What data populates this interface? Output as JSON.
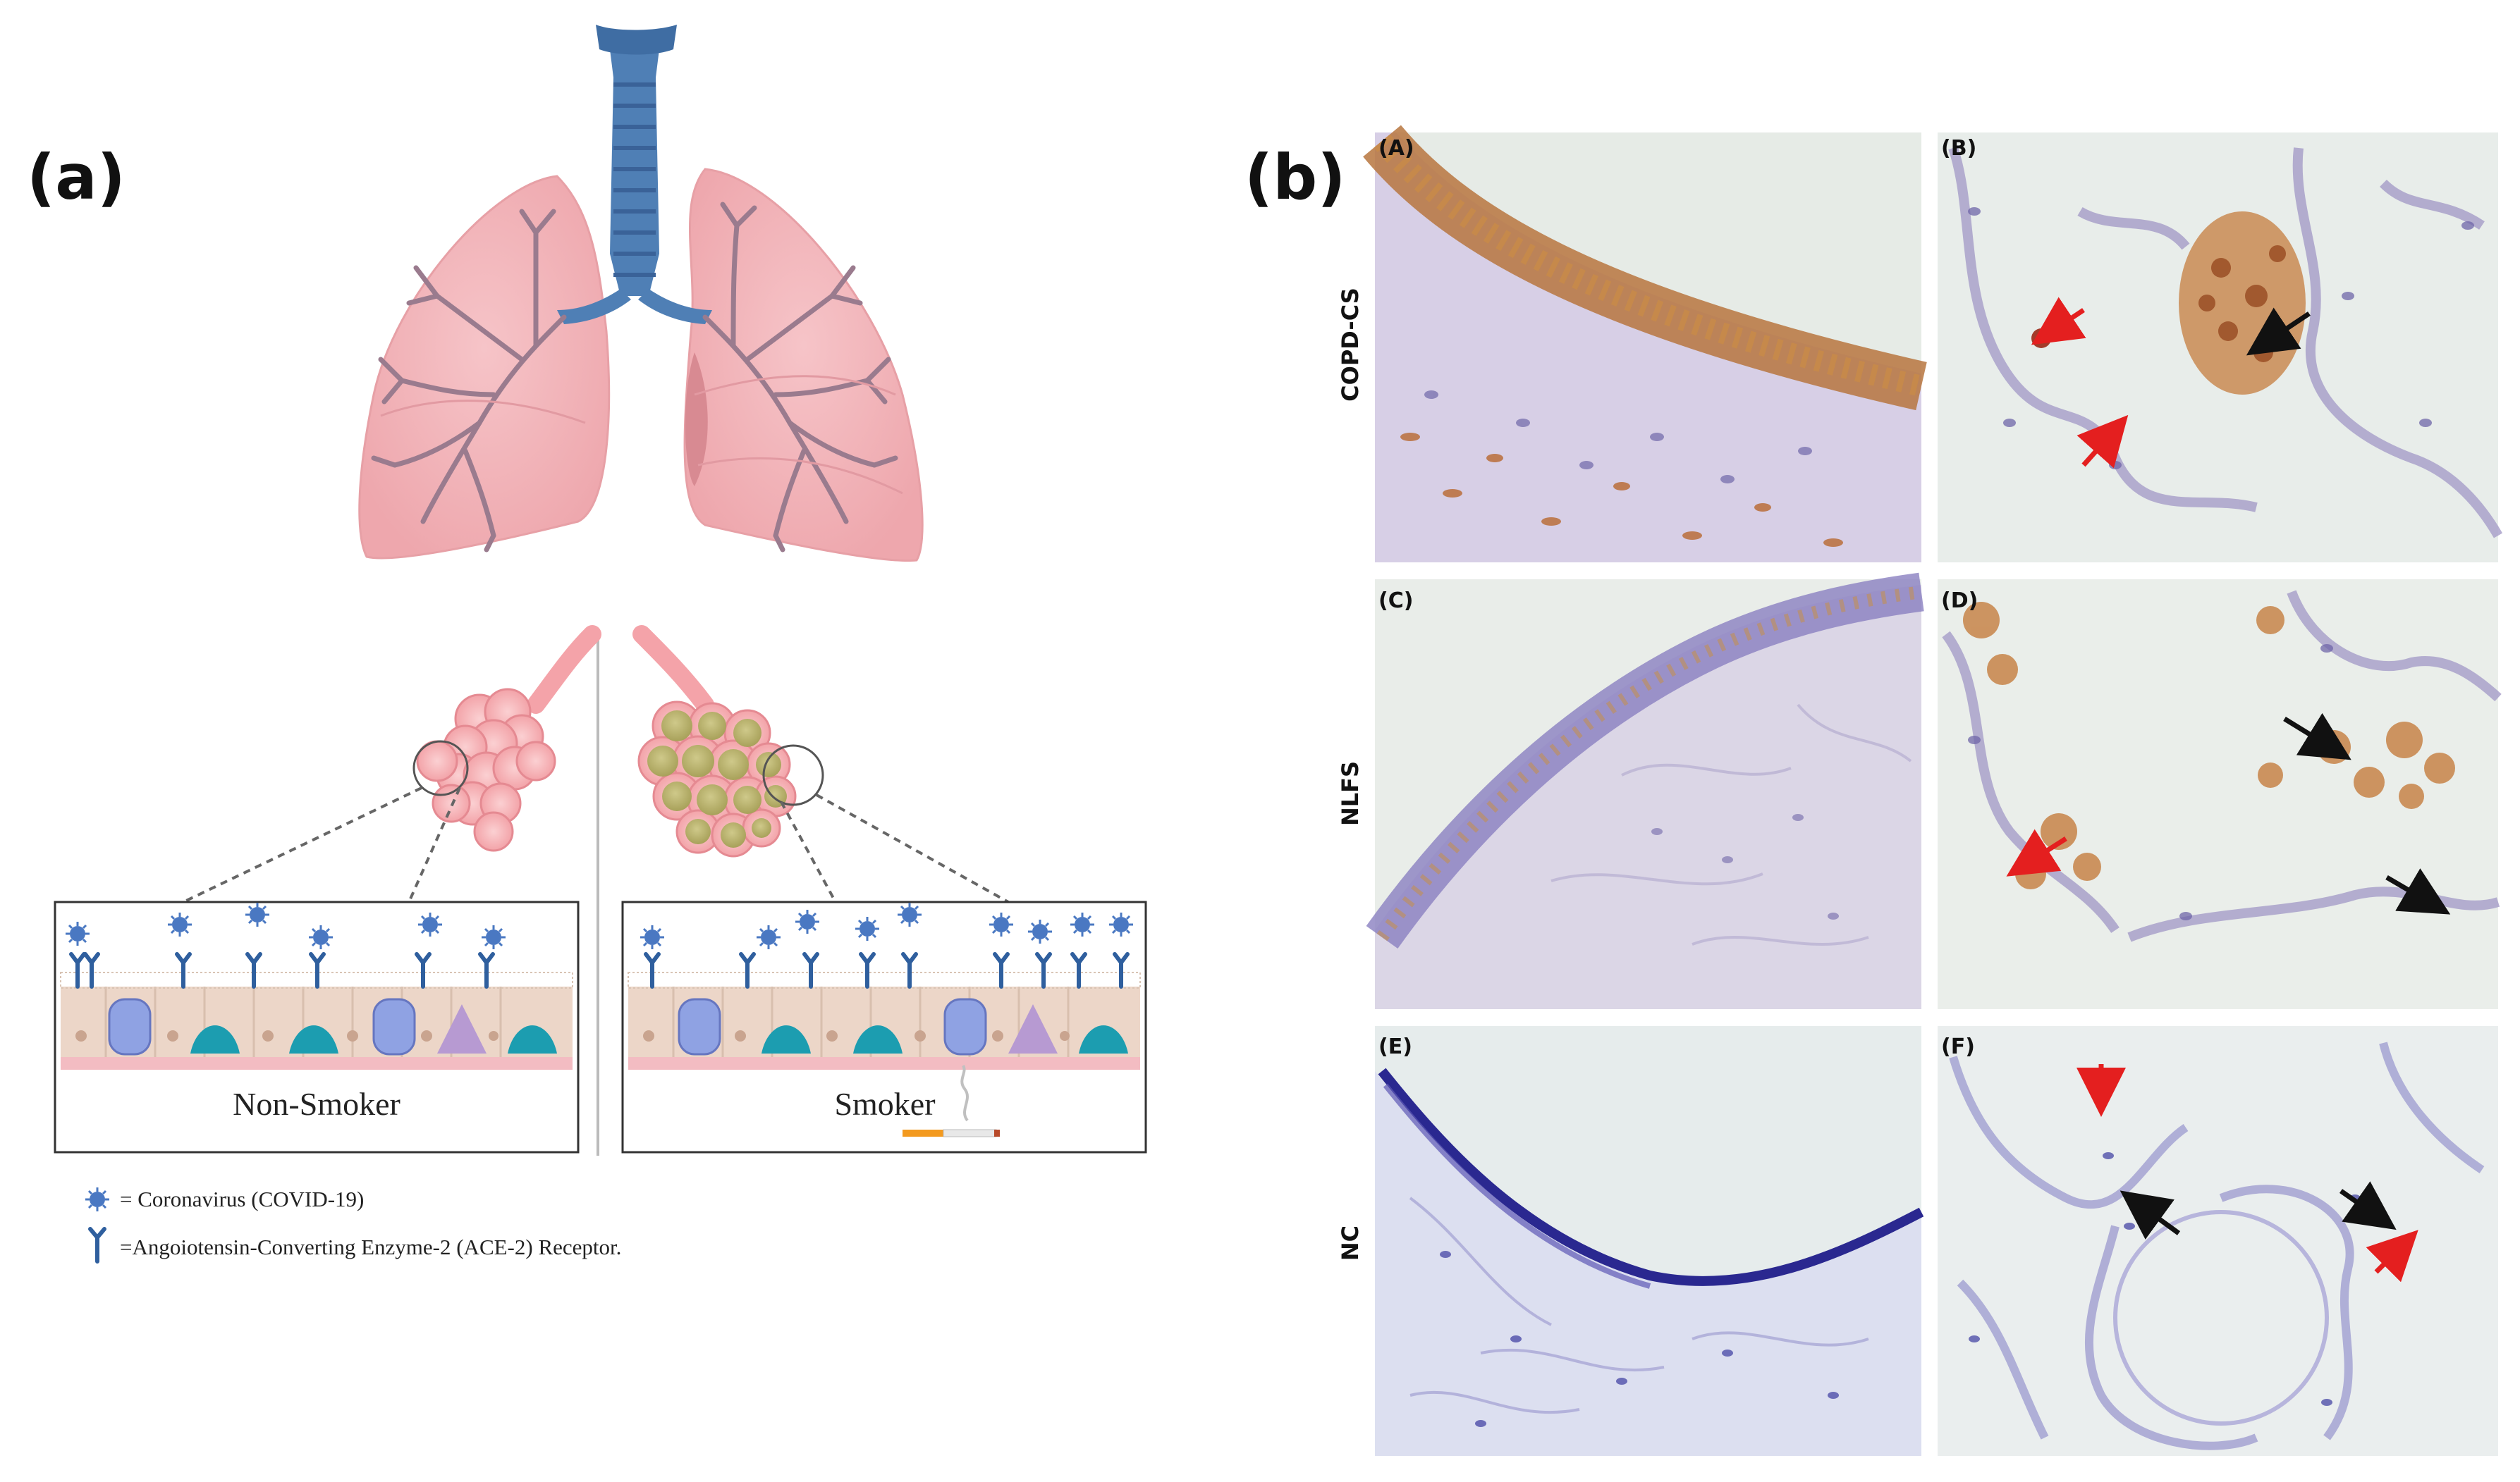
{
  "figure": {
    "panel_a_label": "(a)",
    "panel_b_label": "(b)",
    "schematic": {
      "left_box_caption": "Non-Smoker",
      "right_box_caption": "Smoker",
      "legend": [
        {
          "icon": "coronavirus-icon",
          "text": "= Coronavirus (COVID-19)"
        },
        {
          "icon": "ace2-receptor-icon",
          "text": "=Angoiotensin-Converting Enzyme-2 (ACE-2) Receptor."
        }
      ]
    },
    "micrographs": {
      "rows": [
        {
          "label": "COPD-CS",
          "panels": [
            "(A)",
            "(B)"
          ]
        },
        {
          "label": "NLFS",
          "panels": [
            "(C)",
            "(D)"
          ]
        },
        {
          "label": "NC",
          "panels": [
            "(E)",
            "(F)"
          ]
        }
      ]
    },
    "colors": {
      "lung": "#f2b3b8",
      "trachea": "#4f7fb5",
      "virus": "#4a78c2",
      "arrow_red": "#e41f1f",
      "arrow_black": "#111111",
      "tissue_bg": "#e8ece8"
    }
  }
}
